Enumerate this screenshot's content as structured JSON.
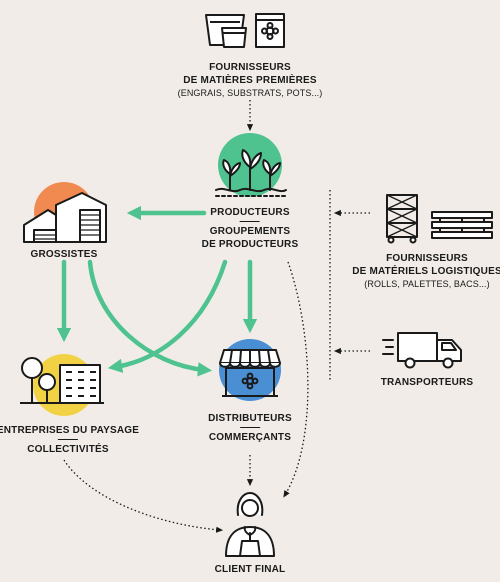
{
  "colors": {
    "background": "#f1ece7",
    "arrow_green": "#4ec38f",
    "producteurs_circle": "#4ec38f",
    "grossistes_circle": "#f08a50",
    "paysage_circle": "#f2d245",
    "distributeurs_circle": "#4a8fd4",
    "line": "#1a1a1a"
  },
  "nodes": {
    "fournisseurs_matieres": {
      "line1": "FOURNISSEURS",
      "line2": "DE MATIÈRES PREMIÈRES",
      "sub": "(ENGRAIS, SUBSTRATS, POTS...)",
      "icon": "pots-and-seed-bag-icon"
    },
    "producteurs": {
      "line1": "PRODUCTEURS",
      "line2": "GROUPEMENTS",
      "line3": "DE PRODUCTEURS",
      "icon": "seedlings-icon"
    },
    "grossistes": {
      "label": "GROSSISTES",
      "icon": "warehouse-icon"
    },
    "fournisseurs_logistiques": {
      "line1": "FOURNISSEURS",
      "line2": "DE MATÉRIELS LOGISTIQUES",
      "sub": "(ROLLS, PALETTES, BACS...)",
      "icon": "rolls-and-pallets-icon"
    },
    "transporteurs": {
      "label": "TRANSPORTEURS",
      "icon": "truck-icon"
    },
    "entreprises_paysage": {
      "line1": "ENTREPRISES DU PAYSAGE",
      "line2": "COLLECTIVITÉS",
      "icon": "trees-and-building-icon"
    },
    "distributeurs": {
      "line1": "DISTRIBUTEURS",
      "line2": "COMMERÇANTS",
      "icon": "shop-icon"
    },
    "client_final": {
      "label": "CLIENT FINAL",
      "icon": "customer-with-plant-icon"
    }
  }
}
